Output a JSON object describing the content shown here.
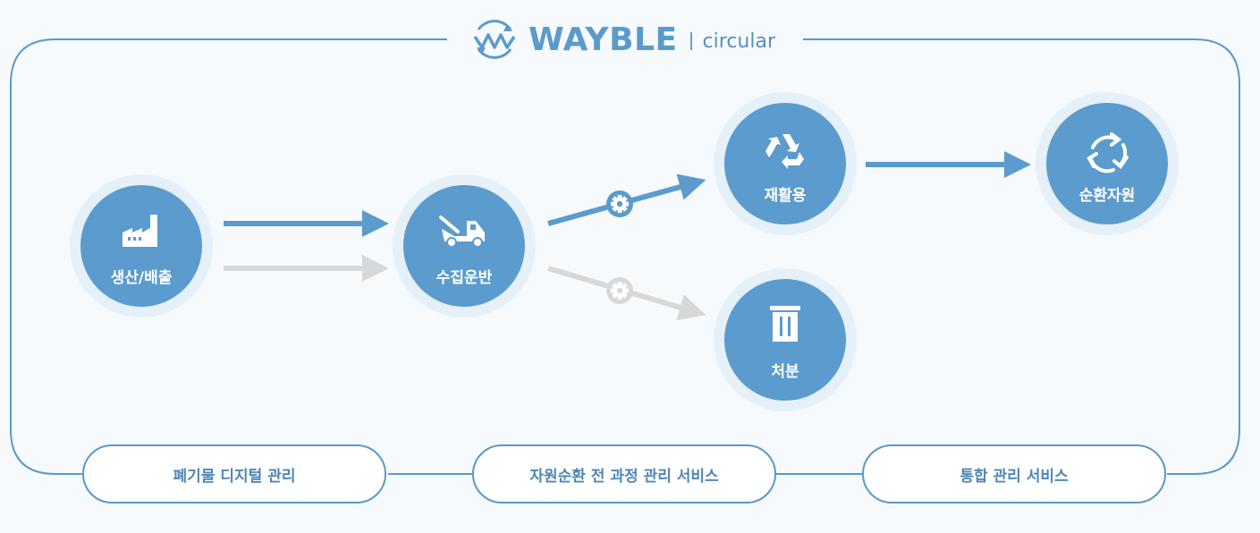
{
  "brand": {
    "name": "WAYBLE",
    "sub": "circular"
  },
  "nodes": [
    {
      "id": "production",
      "label": "생산/배출",
      "icon": "factory-icon"
    },
    {
      "id": "collection",
      "label": "수집운반",
      "icon": "truck-icon"
    },
    {
      "id": "recycling",
      "label": "재활용",
      "icon": "recycle-icon"
    },
    {
      "id": "disposal",
      "label": "처분",
      "icon": "trash-icon"
    },
    {
      "id": "circular",
      "label": "순환자원",
      "icon": "refresh-icon"
    }
  ],
  "services": [
    "폐기물 디지털 관리",
    "자원순환 전 과정 관리 서비스",
    "통합 관리 서비스"
  ],
  "colors": {
    "primary": "#5b9bcd",
    "halo": "#e6f0f8",
    "inactive": "#d8d8d8",
    "frame": "#5a99c9"
  }
}
